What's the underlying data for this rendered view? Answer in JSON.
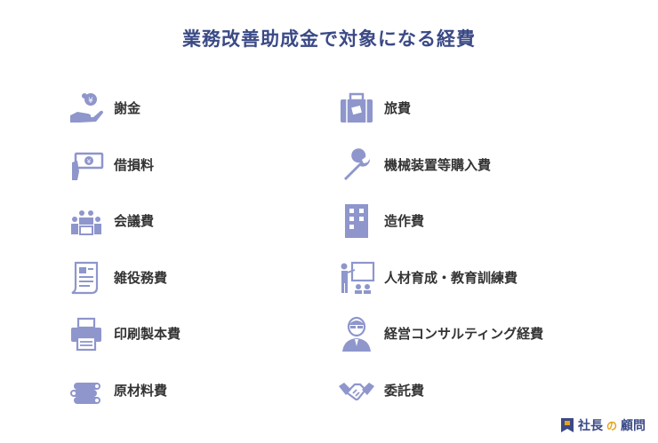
{
  "title": "業務改善助成金で対象になる経費",
  "colors": {
    "icon": "#8e96cc",
    "title": "#3b4a86",
    "text": "#333333",
    "accent": "#e7a21b"
  },
  "left_items": [
    {
      "label": "謝金",
      "icon": "hand-coin-icon"
    },
    {
      "label": "借損料",
      "icon": "hand-cash-icon"
    },
    {
      "label": "会議費",
      "icon": "meeting-icon"
    },
    {
      "label": "雑役務費",
      "icon": "document-scroll-icon"
    },
    {
      "label": "印刷製本費",
      "icon": "printer-icon"
    },
    {
      "label": "原材料費",
      "icon": "logs-icon"
    }
  ],
  "right_items": [
    {
      "label": "旅費",
      "icon": "suitcase-icon"
    },
    {
      "label": "機械装置等購入費",
      "icon": "wrench-icon"
    },
    {
      "label": "造作費",
      "icon": "building-icon"
    },
    {
      "label": "人材育成・教育訓練費",
      "icon": "training-icon"
    },
    {
      "label": "経営コンサルティング経費",
      "icon": "consultant-icon"
    },
    {
      "label": "委託費",
      "icon": "handshake-icon"
    }
  ],
  "logo": {
    "part1": "社長",
    "part2": "の",
    "part3": "顧問"
  }
}
